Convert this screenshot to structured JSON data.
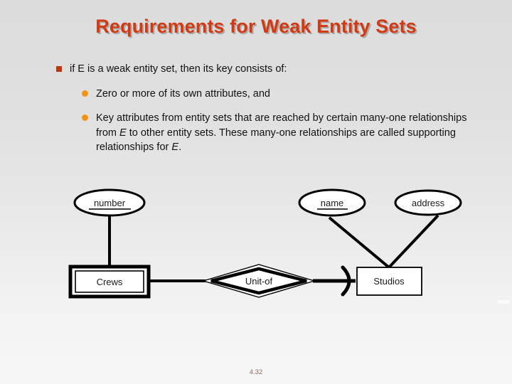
{
  "slide": {
    "title": "Requirements for Weak Entity Sets",
    "page_number": "4.32",
    "title_color": "#d13a12",
    "background_top_color": "#dcdcdc",
    "background_bottom_color": "#f7f7f7",
    "level1_bullet_color": "#c0340f",
    "level2_bullet_color": "#f39314",
    "page_number_color": "#8a6a55"
  },
  "bullets": {
    "level1": [
      {
        "text": "if E is a weak entity set, then its key consists of:"
      }
    ],
    "level2": [
      {
        "text": "Zero or more of its own attributes, and"
      },
      {
        "parts": [
          {
            "t": "Key attributes from entity sets that are reached by certain many-one relationships from ",
            "italic": false
          },
          {
            "t": "E",
            "italic": true
          },
          {
            "t": " to other entity sets. These many-one relationships are called supporting relationships for ",
            "italic": false
          },
          {
            "t": "E",
            "italic": true
          },
          {
            "t": ".",
            "italic": false
          }
        ],
        "plain": "Key attributes from entity sets that are reached by certain many-one relationships from E to other entity sets. These many-one relationships are called supporting relationships for E."
      }
    ]
  },
  "er_diagram": {
    "attributes": [
      {
        "label": "number",
        "underlined": true,
        "belongs_to": "Crews"
      },
      {
        "label": "name",
        "underlined": true,
        "belongs_to": "Studios"
      },
      {
        "label": "address",
        "underlined": false,
        "belongs_to": "Studios"
      }
    ],
    "entities": [
      {
        "label": "Crews",
        "weak": true,
        "shape": "double-rectangle"
      },
      {
        "label": "Studios",
        "weak": false,
        "shape": "rectangle"
      }
    ],
    "relationships": [
      {
        "label": "Unit-of",
        "supporting": true,
        "shape": "double-diamond",
        "from": "Crews",
        "to": "Studios",
        "arrow_to_many_one": true
      }
    ],
    "line_color": "#000000",
    "fill_color": "#ffffff"
  }
}
